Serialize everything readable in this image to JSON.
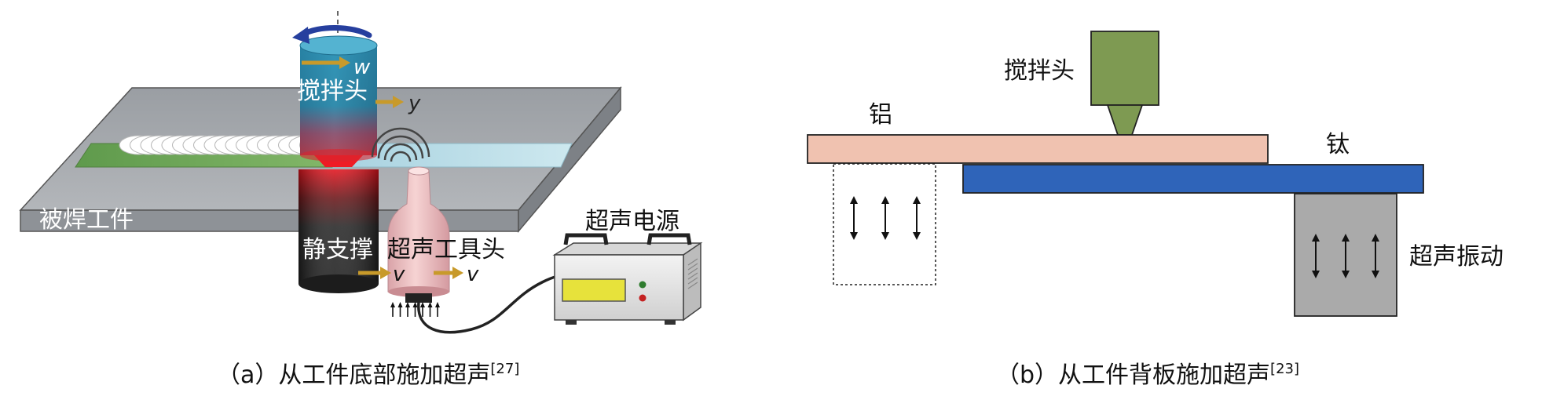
{
  "panel_a": {
    "labels": {
      "stir_head": "搅拌头",
      "w": "w",
      "y": "y",
      "workpiece": "被焊工件",
      "static_support": "静支撑",
      "ultrasonic_tool_head": "超声工具头",
      "v_left": "v",
      "v_right": "v",
      "ultrasonic_power": "超声电源"
    },
    "caption": {
      "text": "（a）从工件底部施加超声",
      "ref": "[27]"
    }
  },
  "panel_b": {
    "labels": {
      "stir_head": "搅拌头",
      "aluminum": "铝",
      "titanium": "钛",
      "ultrasonic_vibration": "超声振动"
    },
    "caption": {
      "text": "（b）从工件背板施加超声",
      "ref": "[23]"
    }
  },
  "colors": {
    "plate": "#a4a7ac",
    "green_strip": "#6fa05a",
    "light_blue_strip": "#bcdde7",
    "stir_head_cyan": "#2f8fb0",
    "red_hot": "#e0202a",
    "dark_support": "#2a2a2a",
    "pink_horn": "#efc3c3",
    "arrow_gold": "#c89a2a",
    "curved_arrow_blue": "#2a3fa0",
    "aluminum_plate": "#f0c2b0",
    "titanium_plate": "#2f64b9",
    "stir_tool_green": "#7e9a52",
    "vibration_block": "#aaaaaa"
  }
}
